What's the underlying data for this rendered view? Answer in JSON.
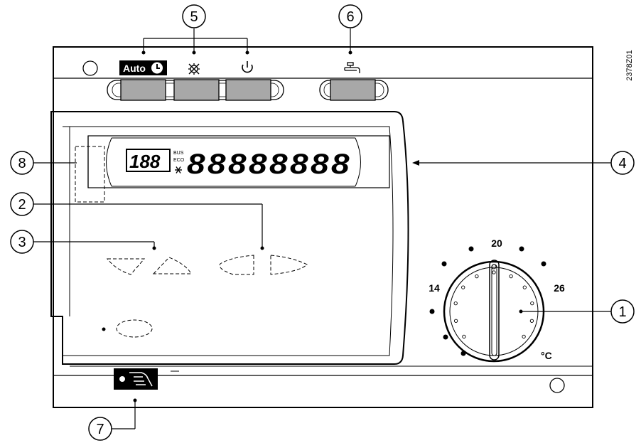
{
  "document_code": "2378Z01",
  "buttons": {
    "auto_label": "Auto",
    "auto_icon": "clock-icon",
    "reduced_icon": "crossed-sun-icon",
    "standby_icon": "power-icon",
    "dhw_icon": "tap-icon"
  },
  "display": {
    "small_digits": "188",
    "bus_label": "BUS",
    "eco_label": "ECO",
    "frost_icon": "asterisk-icon",
    "main_digits": "88888888"
  },
  "knob": {
    "label_min": "14",
    "label_mid": "20",
    "label_max": "26",
    "unit": "°C"
  },
  "manual_indicator": {
    "dot_icon": "dot-icon",
    "hand_icon": "hand-icon"
  },
  "callouts": [
    {
      "id": "1",
      "label": "1"
    },
    {
      "id": "2",
      "label": "2"
    },
    {
      "id": "3",
      "label": "3"
    },
    {
      "id": "4",
      "label": "4"
    },
    {
      "id": "5",
      "label": "5"
    },
    {
      "id": "6",
      "label": "6"
    },
    {
      "id": "7",
      "label": "7"
    },
    {
      "id": "8",
      "label": "8"
    }
  ]
}
